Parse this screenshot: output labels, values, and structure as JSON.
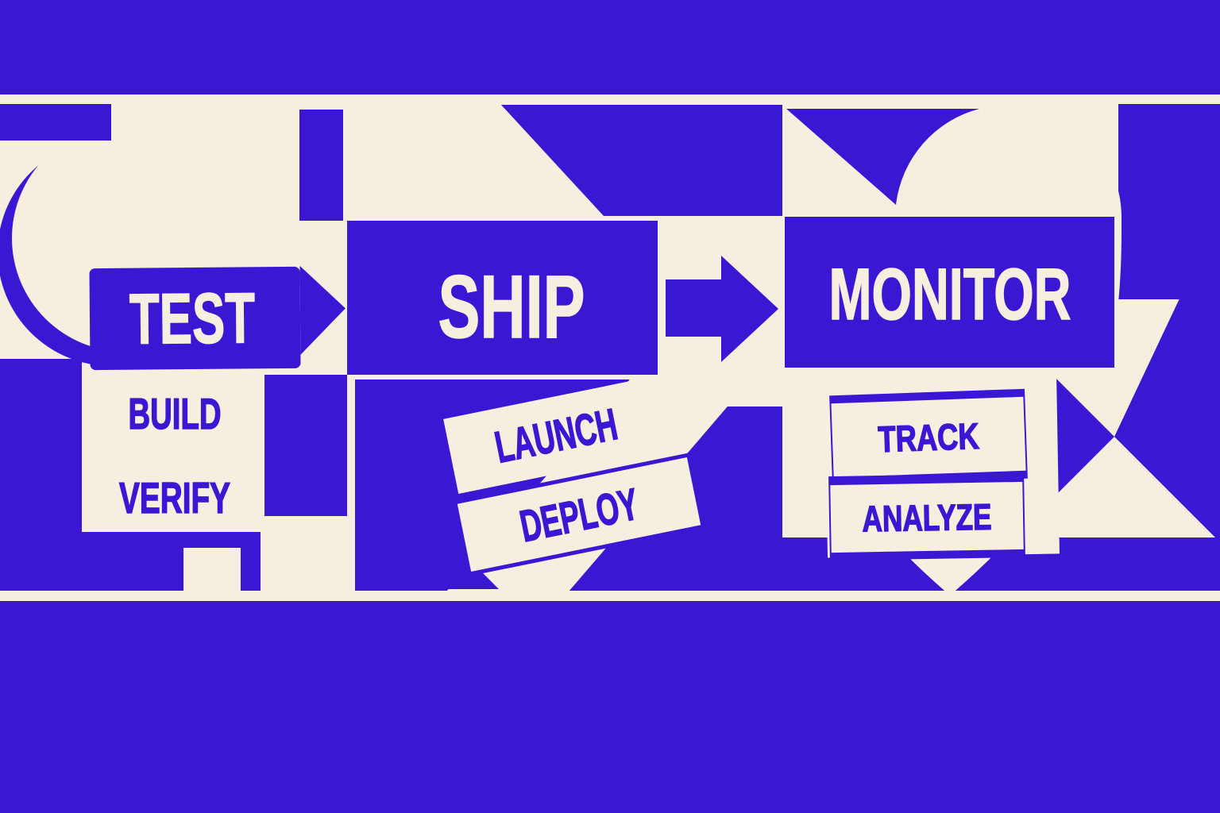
{
  "illustration": {
    "description": "Geometric deployment pipeline illustration",
    "colors": {
      "primary_blue": "#3A17D3",
      "cream": "#F6EEDF"
    },
    "flow": {
      "stages": [
        {
          "id": "test",
          "label": "TEST",
          "sublabels": [
            "BUILD",
            "VERIFY"
          ]
        },
        {
          "id": "ship",
          "label": "SHIP",
          "sublabels": [
            "LAUNCH",
            "DEPLOY"
          ]
        },
        {
          "id": "monitor",
          "label": "MONITOR",
          "sublabels": [
            "TRACK",
            "ANALYZE"
          ]
        }
      ]
    }
  }
}
